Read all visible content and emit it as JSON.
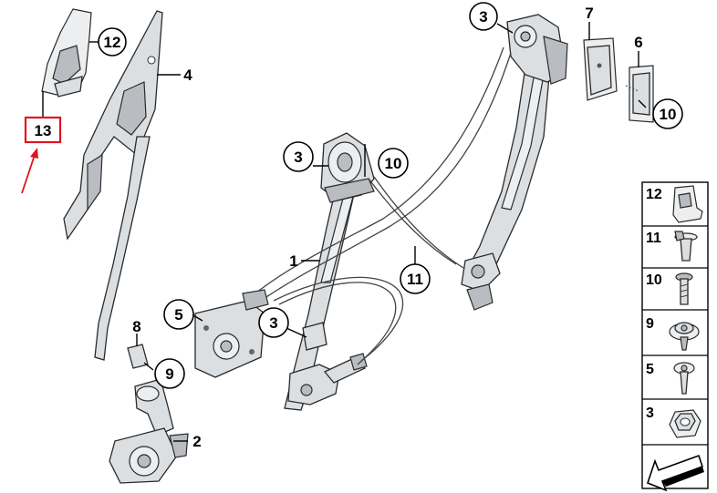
{
  "callouts": [
    {
      "id": "c12-top",
      "label": "12",
      "style": "circle"
    },
    {
      "id": "c13",
      "label": "13",
      "style": "box"
    },
    {
      "id": "c4",
      "label": "4",
      "style": "plain"
    },
    {
      "id": "c3-top",
      "label": "3",
      "style": "circle"
    },
    {
      "id": "c7",
      "label": "7",
      "style": "plain"
    },
    {
      "id": "c6",
      "label": "6",
      "style": "plain"
    },
    {
      "id": "c10-top",
      "label": "10",
      "style": "circle"
    },
    {
      "id": "c3-mid",
      "label": "3",
      "style": "circle"
    },
    {
      "id": "c10-mid",
      "label": "10",
      "style": "circle"
    },
    {
      "id": "c1",
      "label": "1",
      "style": "plain"
    },
    {
      "id": "c11",
      "label": "11",
      "style": "circle"
    },
    {
      "id": "c5",
      "label": "5",
      "style": "circle"
    },
    {
      "id": "c3-low",
      "label": "3",
      "style": "circle"
    },
    {
      "id": "c8",
      "label": "8",
      "style": "plain"
    },
    {
      "id": "c9",
      "label": "9",
      "style": "circle"
    },
    {
      "id": "c2",
      "label": "2",
      "style": "plain"
    }
  ],
  "legend": [
    {
      "label": "12",
      "icon": "clip-nut-icon"
    },
    {
      "label": "11",
      "icon": "expanding-rivet-icon"
    },
    {
      "label": "10",
      "icon": "bolt-icon"
    },
    {
      "label": "9",
      "icon": "flange-screw-icon"
    },
    {
      "label": "5",
      "icon": "torx-screw-icon"
    },
    {
      "label": "3",
      "icon": "hex-nut-icon"
    },
    {
      "label": "",
      "icon": "pointer-arrow-icon"
    }
  ],
  "colors": {
    "highlight": "#e0141e",
    "part_fill": "#dcdfe1",
    "outline": "#2a2a2a"
  }
}
